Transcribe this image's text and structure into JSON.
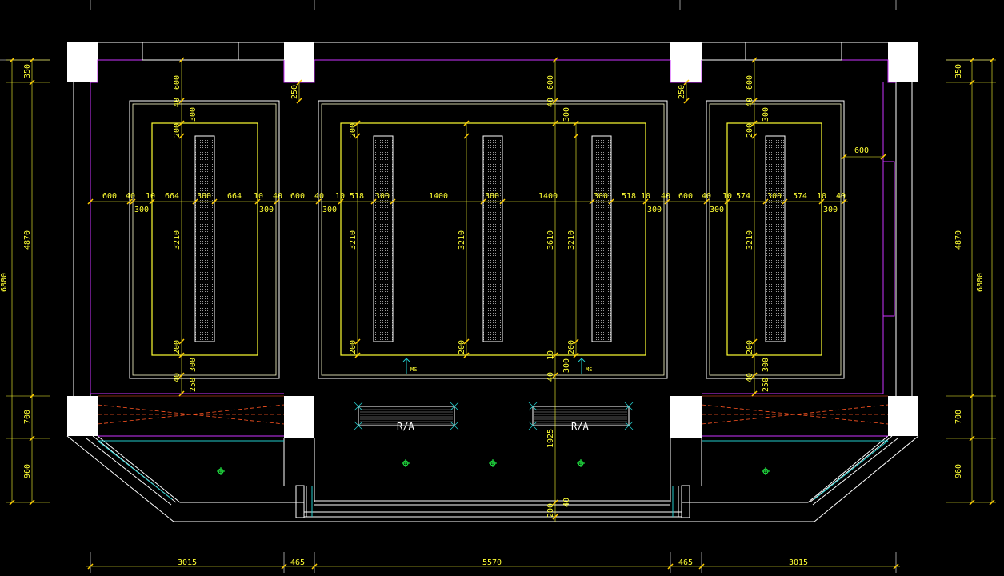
{
  "colors": {
    "background": "#000000",
    "wall": "#ffffff",
    "dimension": "#ffff33",
    "partition": "#cc33ff",
    "cyan_line": "#22cccc",
    "light_fixture": "#22ee44",
    "hatch": "#ff5522",
    "tick": "#ffcc00"
  },
  "left_dims": {
    "d350": "350",
    "d4870": "4870",
    "d700": "700",
    "d960": "960",
    "total": "6880"
  },
  "right_dims": {
    "d350": "350",
    "d4870": "4870",
    "d700": "700",
    "d960": "960",
    "total": "6880"
  },
  "bottom_dims": {
    "d1": "3015",
    "d2": "465",
    "d3": "5570",
    "d4": "465",
    "d5": "3015"
  },
  "horizontal_dims": {
    "left": [
      "600",
      "40",
      "10",
      "664",
      "300",
      "664",
      "10",
      "40"
    ],
    "center": [
      "600",
      "40",
      "10",
      "518",
      "300",
      "1400",
      "300",
      "1400",
      "300",
      "518",
      "10",
      "40"
    ],
    "right": [
      "600",
      "40",
      "10",
      "574",
      "300",
      "574",
      "10",
      "40"
    ]
  },
  "vertical_dims": {
    "top_600": "600",
    "d40": "40",
    "d300": "300",
    "d200": "200",
    "d3210": "3210",
    "d3610": "3610",
    "d250": "250",
    "d1925": "1925",
    "d10": "10"
  },
  "labels": {
    "ra": "R/A",
    "ms": "MS",
    "side_600": "600"
  }
}
